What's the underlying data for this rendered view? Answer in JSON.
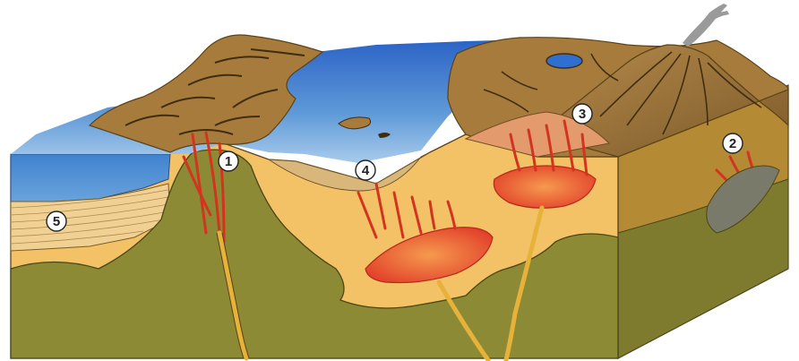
{
  "diagram": {
    "markers": [
      {
        "id": "1",
        "text": "1"
      },
      {
        "id": "2",
        "text": "2"
      },
      {
        "id": "3",
        "text": "3"
      },
      {
        "id": "4",
        "text": "4"
      },
      {
        "id": "5",
        "text": "5"
      }
    ],
    "colors": {
      "sea_top": "#2f6fd0",
      "sea_light": "#9cc3ea",
      "sea_side": "#3f82cf",
      "land": "#a77b3c",
      "land_dark": "#6e4f22",
      "crust": "#f3c266",
      "mantle": "#8d8a36",
      "magma": "#e3452a",
      "magma_light": "#f08a43",
      "smoke": "#9a9a9a"
    }
  }
}
